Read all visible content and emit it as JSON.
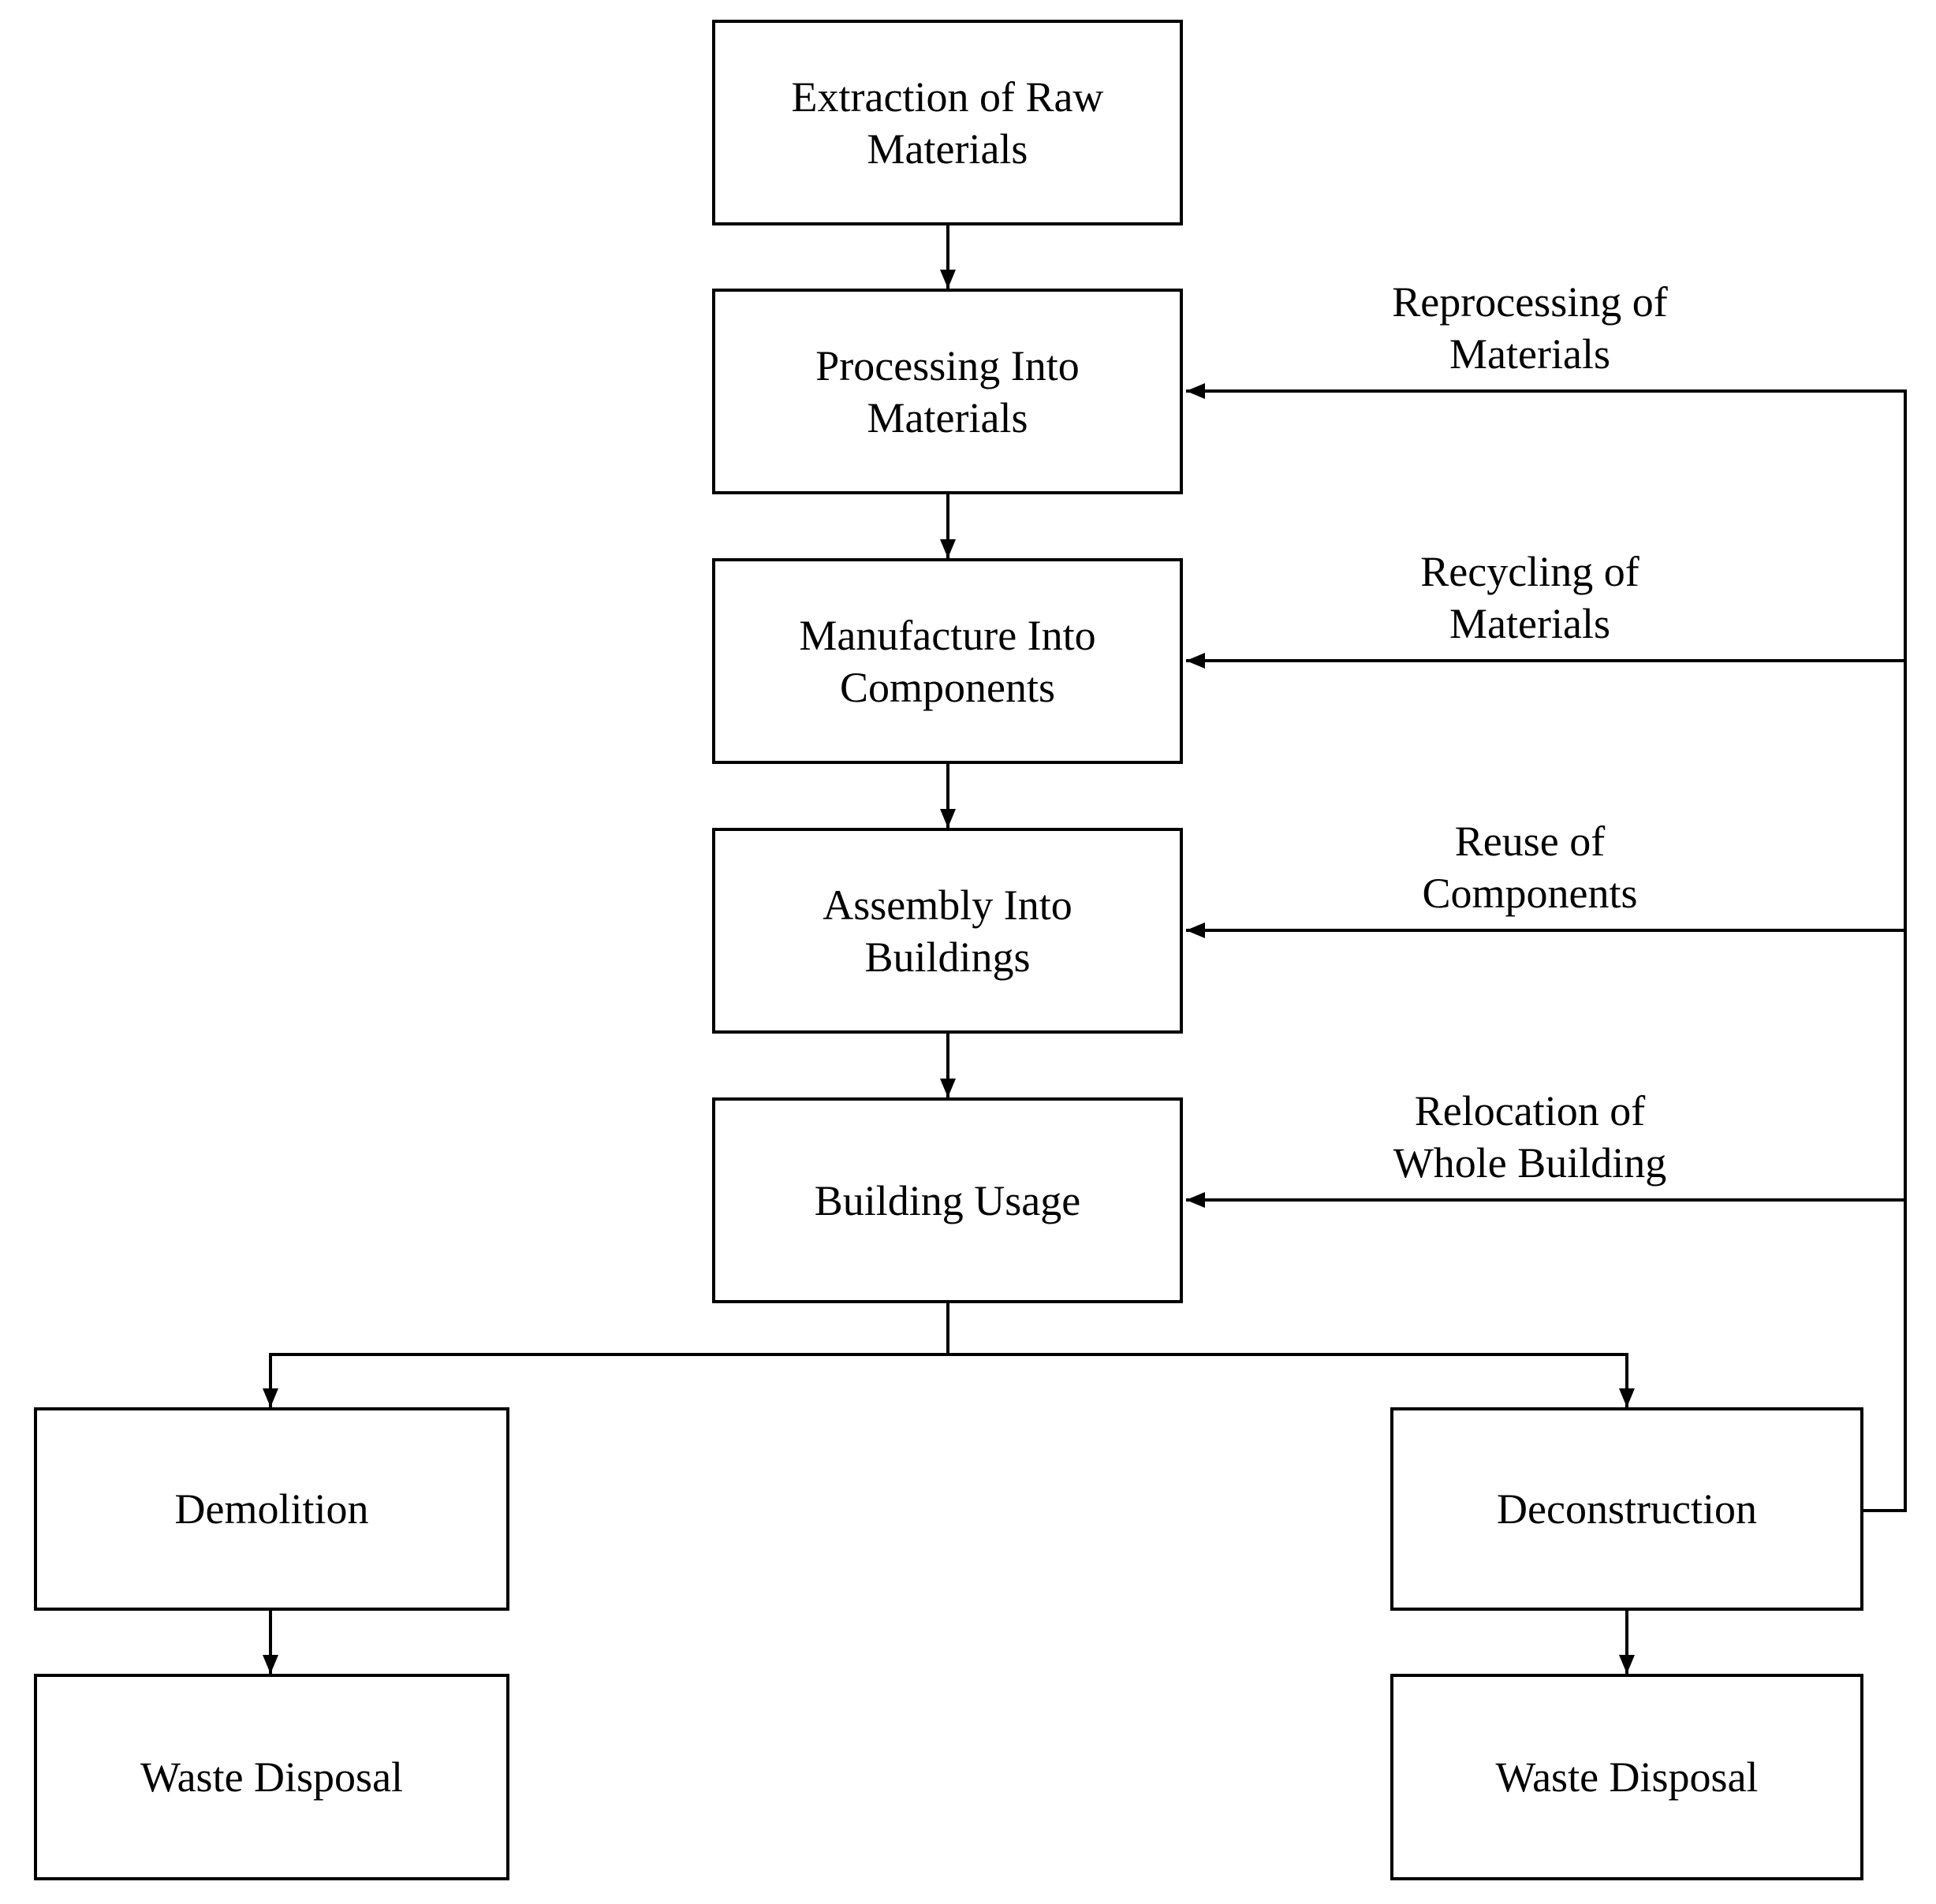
{
  "colors": {
    "line": "#000000",
    "text": "#000000",
    "box_fill": "#ffffff",
    "background": "#ffffff"
  },
  "nodes": {
    "extraction": {
      "label": "Extraction of Raw\nMaterials"
    },
    "processing": {
      "label": "Processing Into\nMaterials"
    },
    "manufacture": {
      "label": "Manufacture Into\nComponents"
    },
    "assembly": {
      "label": "Assembly Into\nBuildings"
    },
    "building_usage": {
      "label": "Building Usage"
    },
    "demolition": {
      "label": "Demolition"
    },
    "waste_disposal_left": {
      "label": "Waste Disposal"
    },
    "deconstruction": {
      "label": "Deconstruction"
    },
    "waste_disposal_right": {
      "label": "Waste Disposal"
    }
  },
  "edge_labels": {
    "reprocessing": {
      "label": "Reprocessing of\nMaterials"
    },
    "recycling": {
      "label": "Recycling of\nMaterials"
    },
    "reuse": {
      "label": "Reuse of\nComponents"
    },
    "relocation": {
      "label": "Relocation of\nWhole Building"
    }
  },
  "edges": [
    {
      "from": "extraction",
      "to": "processing"
    },
    {
      "from": "processing",
      "to": "manufacture"
    },
    {
      "from": "manufacture",
      "to": "assembly"
    },
    {
      "from": "assembly",
      "to": "building_usage"
    },
    {
      "from": "building_usage",
      "to": "demolition"
    },
    {
      "from": "building_usage",
      "to": "deconstruction"
    },
    {
      "from": "demolition",
      "to": "waste_disposal_left"
    },
    {
      "from": "deconstruction",
      "to": "waste_disposal_right"
    },
    {
      "from": "deconstruction",
      "to": "processing",
      "label_id": "reprocessing"
    },
    {
      "from": "deconstruction",
      "to": "manufacture",
      "label_id": "recycling"
    },
    {
      "from": "deconstruction",
      "to": "assembly",
      "label_id": "reuse"
    },
    {
      "from": "deconstruction",
      "to": "building_usage",
      "label_id": "relocation"
    }
  ]
}
